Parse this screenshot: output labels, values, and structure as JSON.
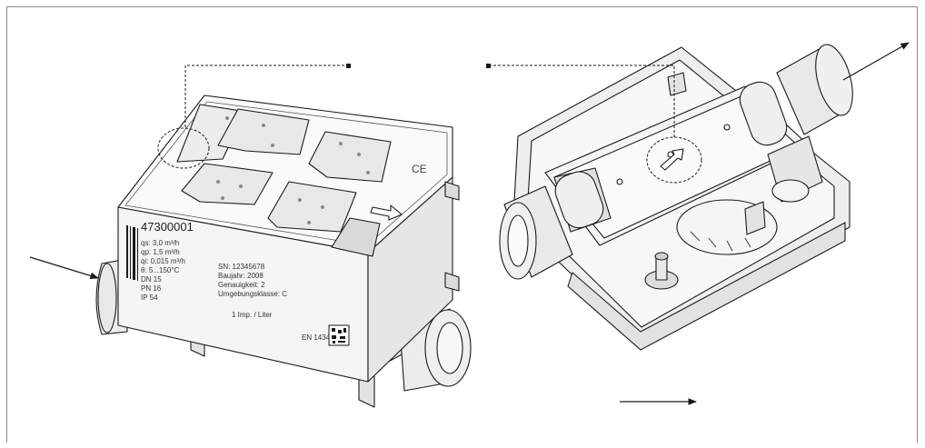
{
  "label": {
    "serial": "47300001",
    "specs": [
      "qs: 3,0 m³/h",
      "qp: 1,5 m³/h",
      "qi: 0,015 m³/h",
      "θ: 5...150°C",
      "DN 15",
      "PN 16",
      "IP 54"
    ],
    "info": [
      "SN: 12345678",
      "Baujahr: 2008",
      "Genauigkeit: 2",
      "Umgebungsklasse: C"
    ],
    "impulse": "1 Imp. / Liter",
    "standard": "EN 1434",
    "ce": "CE"
  },
  "colors": {
    "line": "#1a1a1a",
    "body": "#f2f2f2",
    "shade": "#d9d9d9",
    "frame": "#8a8a8a"
  }
}
